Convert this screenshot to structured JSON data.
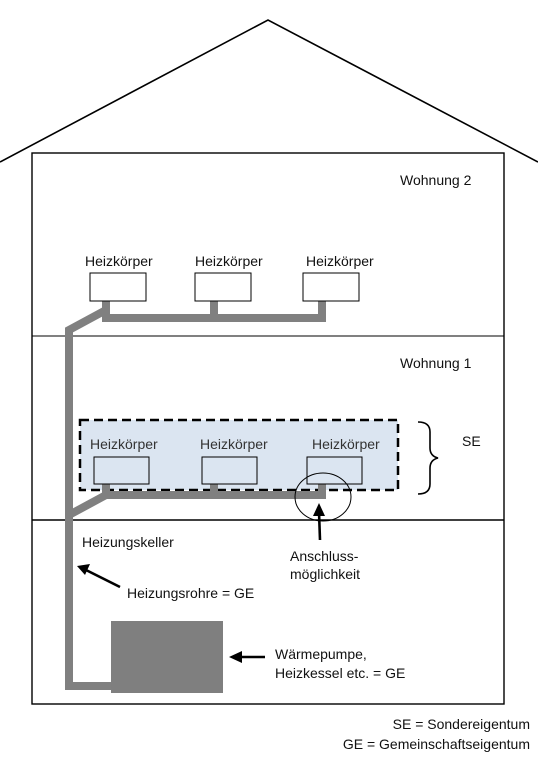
{
  "floors": {
    "upper": "Wohnung 2",
    "middle": "Wohnung 1",
    "basement": "Heizungskeller"
  },
  "radiators": {
    "upper": [
      "Heizkörper",
      "Heizkörper",
      "Heizkörper"
    ],
    "middle": [
      "Heizkörper",
      "Heizkörper",
      "Heizkörper"
    ]
  },
  "annotations": {
    "se_brace": "SE",
    "connection_line1": "Anschluss-",
    "connection_line2": "möglichkeit",
    "pipes": "Heizungsrohre = GE",
    "boiler_line1": "Wärmepumpe,",
    "boiler_line2": "Heizkessel etc. = GE"
  },
  "legend": {
    "se": "SE = Sondereigentum",
    "ge": "GE = Gemeinschaftseigentum"
  },
  "colors": {
    "pipe": "#808080",
    "boiler": "#7f7f7f",
    "se_area": "#dbe5f1",
    "line": "#000000"
  }
}
